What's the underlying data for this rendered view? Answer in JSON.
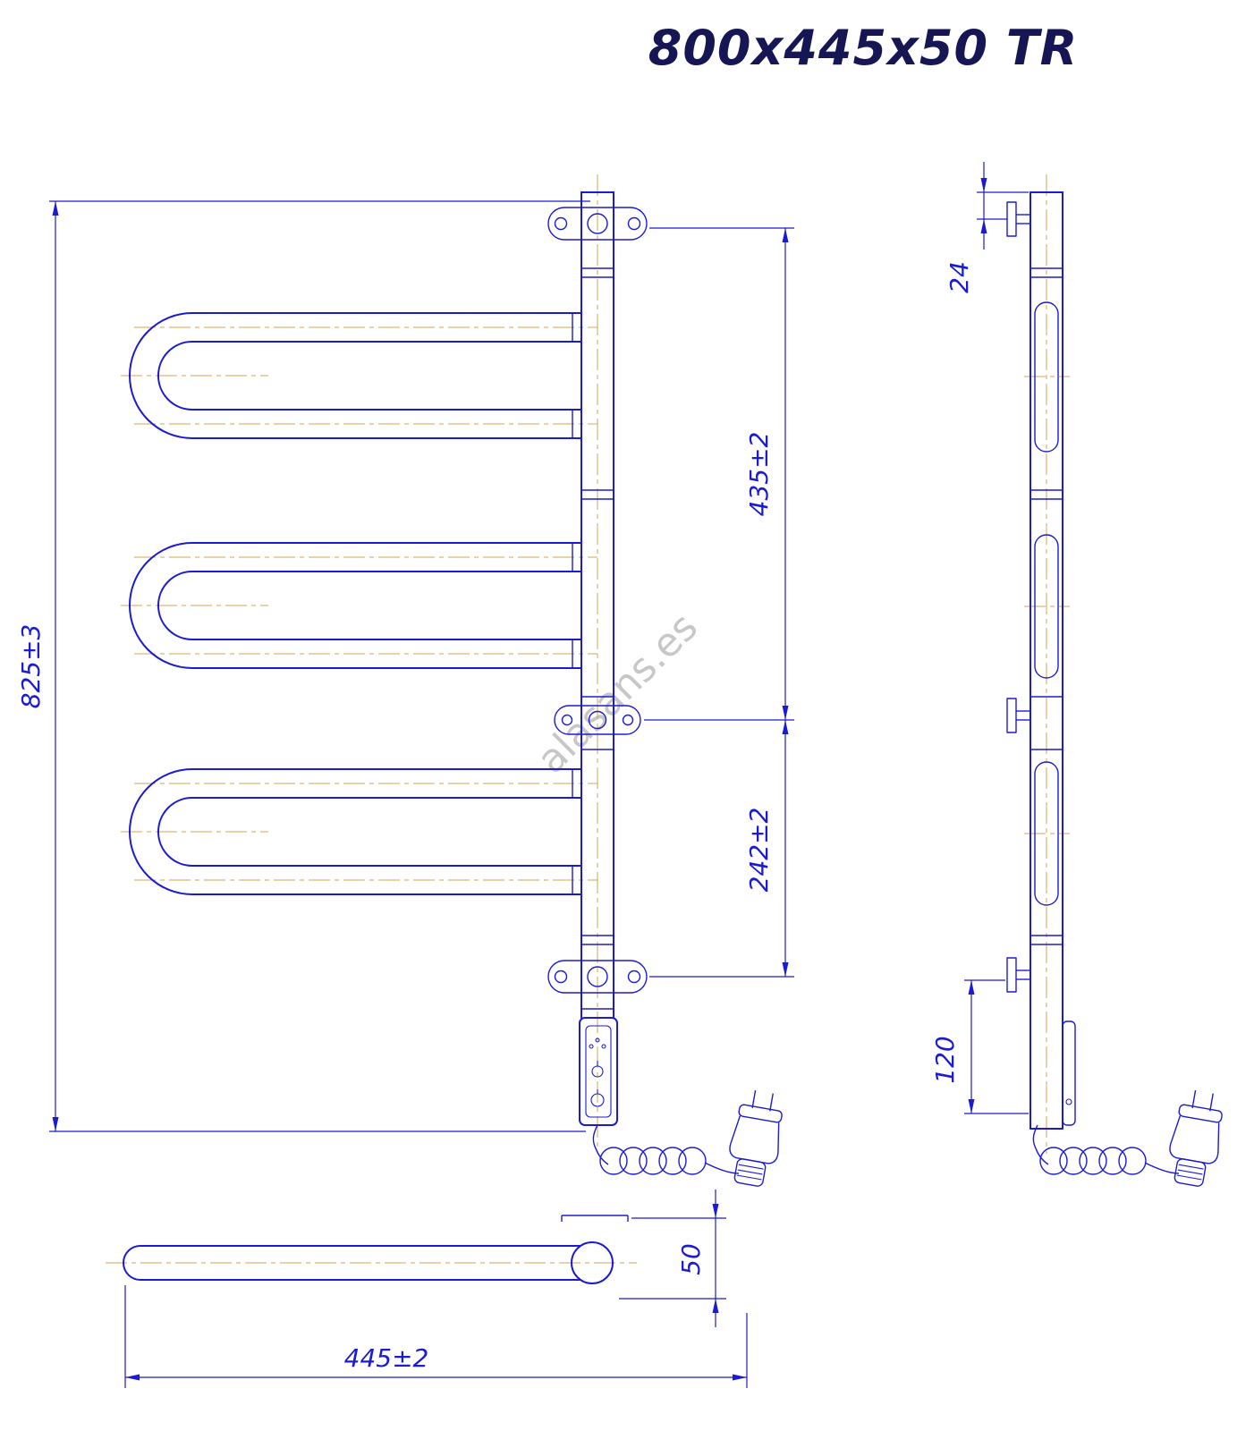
{
  "title": "800x445x50 TR",
  "watermark": "alasans.es",
  "dimensions": {
    "overall_height": "825±3",
    "upper_bracket_span": "435±2",
    "lower_bracket_span": "242±2",
    "top_offset": "24",
    "bottom_offset": "120",
    "arm_width": "445±2",
    "depth": "50"
  },
  "colors": {
    "line": "#1b1bd2",
    "centerline": "#d2a752",
    "watermark_gray": "#9a9a9a",
    "title_navy": "#161655"
  }
}
